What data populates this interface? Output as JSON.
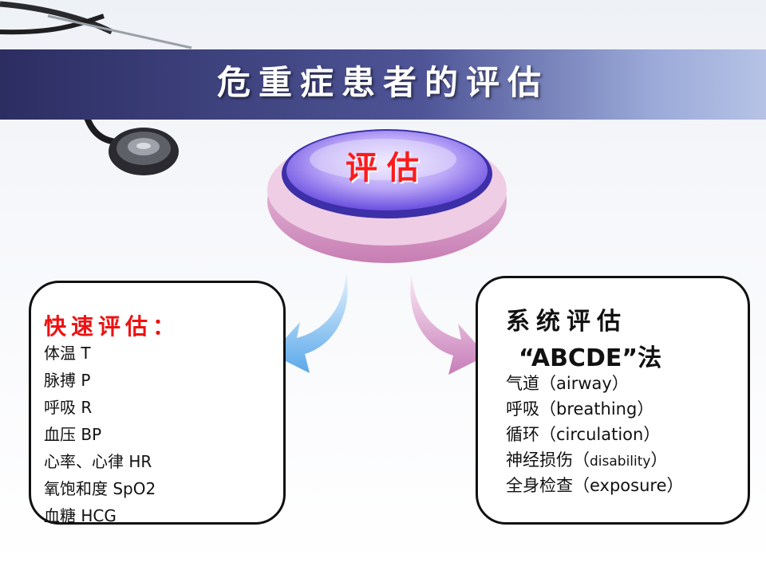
{
  "title": "危重症患者的评估",
  "center": {
    "label": "评估"
  },
  "left": {
    "heading": "快速评估：",
    "items": [
      "体温 T",
      "脉搏 P",
      "呼吸 R",
      "血压 BP",
      "心率、心律 HR",
      "氧饱和度 SpO2",
      "血糖 HCG"
    ]
  },
  "right": {
    "heading": "系统评估",
    "subheading": "“ABCDE”法",
    "items": [
      {
        "cn": "气道（",
        "en": "airway",
        "end": "）"
      },
      {
        "cn": "呼吸（",
        "en": "breathing",
        "end": "）"
      },
      {
        "cn": "循环（",
        "en": "circulation",
        "end": "）"
      },
      {
        "cn": "神经损伤（",
        "en": "disability",
        "end": "）"
      },
      {
        "cn": "全身检查（",
        "en": "exposure",
        "end": "）"
      }
    ]
  },
  "colors": {
    "title_band_dark": "#2c2e62",
    "title_band_light": "#b6c3e6",
    "accent_red": "#ee1111",
    "button_purple": "#6a4fe0",
    "button_pink": "#d98ec6",
    "arrow_blue": "#6ab4ee",
    "arrow_pink": "#d590c8"
  },
  "icons": {
    "stethoscope": "stethoscope-icon",
    "left_arrow": "curved-arrow-left-icon",
    "right_arrow": "curved-arrow-right-icon"
  }
}
